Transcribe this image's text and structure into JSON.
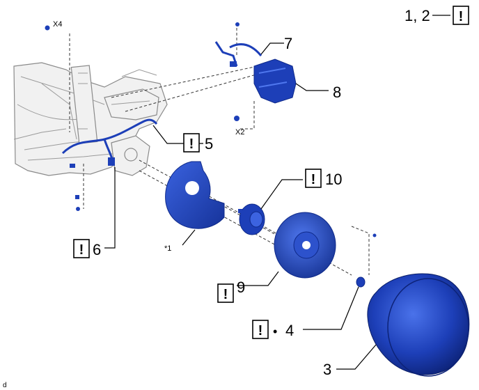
{
  "callouts": {
    "c12": "1, 2",
    "c3": "3",
    "c4": "4",
    "c5": "5",
    "c6": "6",
    "c7": "7",
    "c8": "8",
    "c9": "9",
    "c10": "10"
  },
  "annotations": {
    "x4": "X4",
    "x2": "X2",
    "star1": "*1",
    "corner": "d"
  },
  "warning_glyph": "!",
  "bullet": "•",
  "colors": {
    "part_blue": "#1d3fb8",
    "part_blue_dark": "#0f2a8a",
    "part_blue_light": "#3c63e0",
    "frame_gray": "#d9d9d9"
  }
}
